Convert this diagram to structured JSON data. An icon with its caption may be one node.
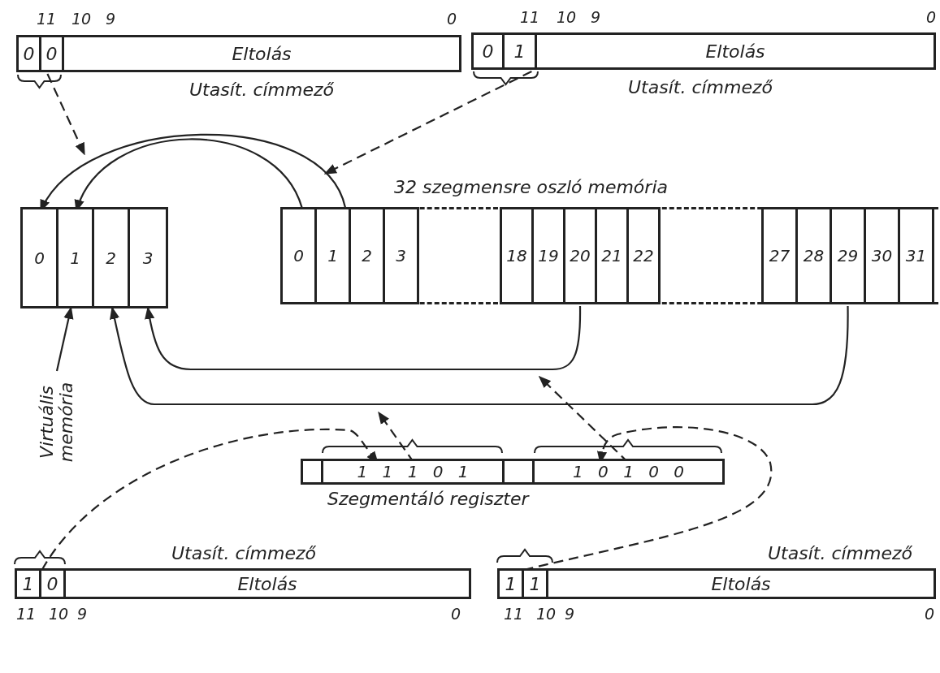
{
  "diagram": {
    "nodes": [
      {
        "text": [
          "Utasít. címmező"
        ]
      },
      {
        "text": [
          "0"
        ],
        "in": 0
      },
      {
        "text": [
          "0"
        ],
        "in": 0
      },
      {
        "text": [
          "Eltolás"
        ],
        "in": 0
      },
      {
        "text": [
          "Utasít. címmező"
        ]
      },
      {
        "text": [
          "0"
        ],
        "in": 4
      },
      {
        "text": [
          "1"
        ],
        "in": 4
      },
      {
        "text": [
          "Eltolás"
        ],
        "in": 4
      },
      {
        "text": [
          "Virtuális memória"
        ]
      },
      {
        "text": [],
        "shape": "box"
      },
      {
        "text": [
          "0"
        ],
        "in": 9
      },
      {
        "text": [
          "1"
        ],
        "in": 9
      },
      {
        "text": [
          "2"
        ],
        "in": 9
      },
      {
        "text": [
          "3"
        ],
        "in": 9
      },
      {
        "text": [
          "32 szegmensre oszló memória"
        ]
      },
      {
        "text": [
          "0"
        ],
        "in": 14
      },
      {
        "text": [
          "1"
        ],
        "in": 14
      },
      {
        "text": [
          "2"
        ],
        "in": 14
      },
      {
        "text": [
          "3"
        ],
        "in": 14
      },
      {
        "text": [
          "18"
        ],
        "in": 14
      },
      {
        "text": [
          "19"
        ],
        "in": 14
      },
      {
        "text": [
          "20"
        ],
        "in": 14
      },
      {
        "text": [
          "21"
        ],
        "in": 14
      },
      {
        "text": [
          "22"
        ],
        "in": 14
      },
      {
        "text": [
          "27"
        ],
        "in": 14
      },
      {
        "text": [
          "28"
        ],
        "in": 14
      },
      {
        "text": [
          "29"
        ],
        "in": 14
      },
      {
        "text": [
          "30"
        ],
        "in": 14
      },
      {
        "text": [
          "31"
        ],
        "in": 14
      },
      {
        "text": [
          "Szegmentáló regiszter"
        ]
      },
      {
        "text": [],
        "shape": "box",
        "in": 29
      },
      {
        "text": [
          "1 1 1 0 1"
        ],
        "in": 29
      },
      {
        "text": [],
        "shape": "box",
        "in": 29
      },
      {
        "text": [
          "1 0 1 0 0"
        ],
        "in": 29
      },
      {
        "text": [
          "Utasít. címmező"
        ]
      },
      {
        "text": [
          "1"
        ],
        "in": 34
      },
      {
        "text": [
          "0"
        ],
        "in": 34
      },
      {
        "text": [
          "Eltolás"
        ],
        "in": 34
      },
      {
        "text": [
          "Utasít. címmező"
        ]
      },
      {
        "text": [
          "1"
        ],
        "in": 38
      },
      {
        "text": [
          "1"
        ],
        "in": 38
      },
      {
        "text": [
          "Eltolás"
        ],
        "in": 38
      }
    ],
    "edges": [
      {
        "from": 16,
        "to": 10,
        "arrow": "to"
      },
      {
        "from": 15,
        "to": 11,
        "arrow": "to"
      },
      {
        "from": 0,
        "to": null,
        "arrow": "to",
        "style": "dashed"
      },
      {
        "from": 4,
        "to": null,
        "arrow": "to",
        "style": "dashed"
      },
      {
        "from": 8,
        "to": 11,
        "arrow": "to"
      },
      {
        "from": 21,
        "to": 13,
        "arrow": "to"
      },
      {
        "from": 26,
        "to": 12,
        "arrow": "to"
      },
      {
        "from": 31,
        "to": null,
        "arrow": "to",
        "style": "dashed"
      },
      {
        "from": 33,
        "to": null,
        "arrow": "to",
        "style": "dashed"
      },
      {
        "from": 34,
        "to": 31,
        "arrow": "to",
        "style": "dashed"
      },
      {
        "from": 38,
        "to": 33,
        "arrow": "to",
        "style": "dashed"
      }
    ],
    "labels": [
      "11",
      "10",
      "9",
      "0",
      "11",
      "10",
      "9",
      "0",
      "11",
      "10",
      "9",
      "0",
      "11",
      "10",
      "9",
      "0"
    ]
  }
}
